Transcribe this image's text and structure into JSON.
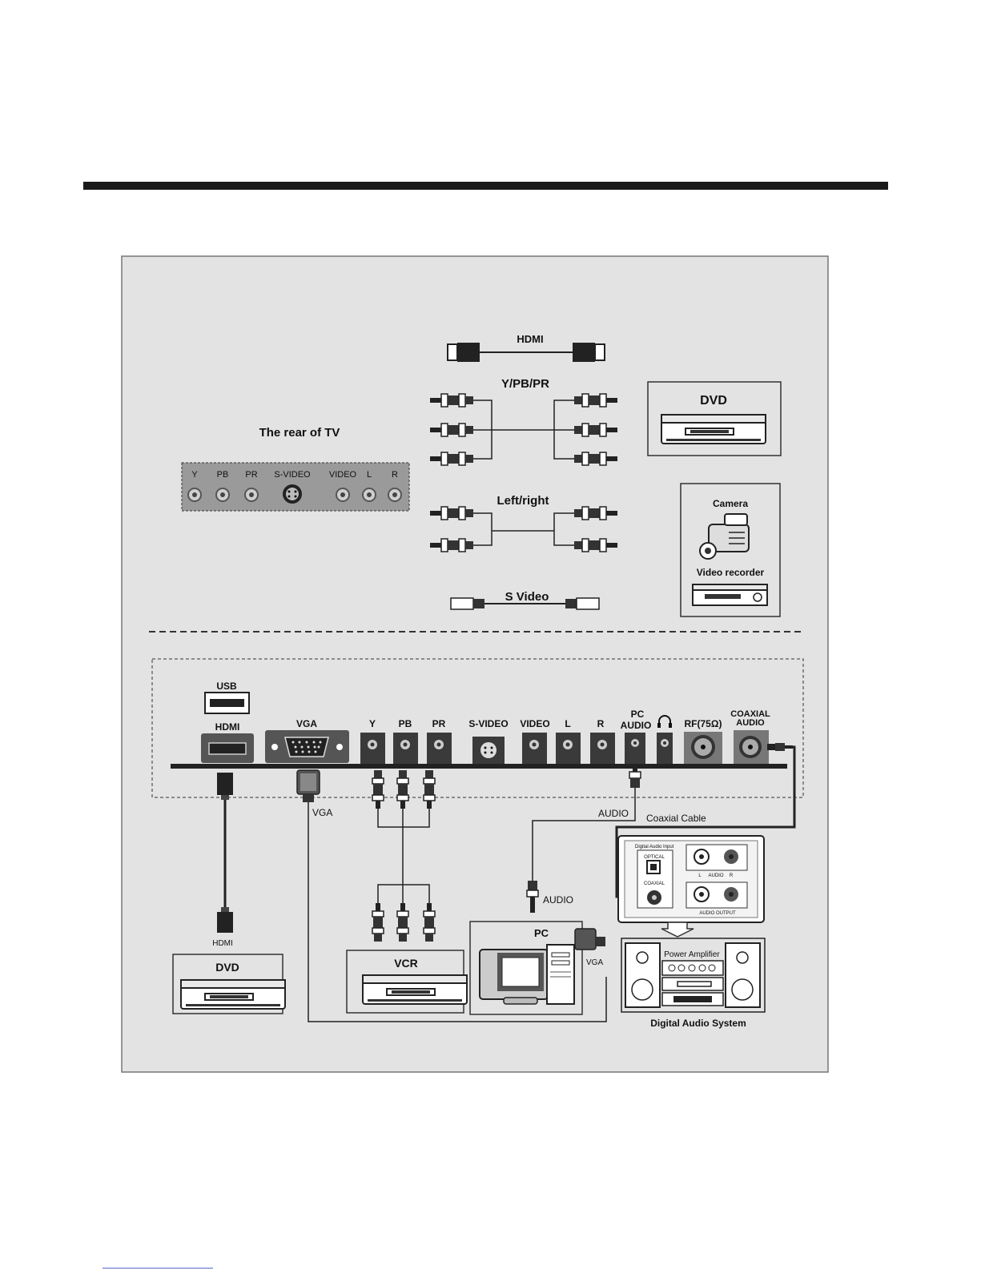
{
  "top_section": {
    "rear_title": "The rear of TV",
    "rear_ports": [
      "Y",
      "PB",
      "PR",
      "S-VIDEO",
      "VIDEO",
      "L",
      "R"
    ],
    "cables": {
      "hdmi": "HDMI",
      "ypbpr": "Y/PB/PR",
      "left_right": "Left/right",
      "svideo": "S Video"
    },
    "devices": {
      "dvd": "DVD",
      "camera": "Camera",
      "video_recorder": "Video recorder"
    }
  },
  "panel": {
    "usb": "USB",
    "hdmi": "HDMI",
    "vga": "VGA",
    "y": "Y",
    "pb": "PB",
    "pr": "PR",
    "svideo": "S-VIDEO",
    "video": "VIDEO",
    "l": "L",
    "r": "R",
    "pc_audio_1": "PC",
    "pc_audio_2": "AUDIO",
    "rf": "RF(75Ω)",
    "coax_1": "COAXIAL",
    "coax_2": "AUDIO"
  },
  "cable_labels": {
    "vga": "VGA",
    "audio_top": "AUDIO",
    "coaxial_cable": "Coaxial Cable",
    "audio_bottom": "AUDIO",
    "hdmi": "HDMI",
    "pc_vga": "VGA"
  },
  "receiver": {
    "digital_audio_input": "Digital Audio Input",
    "optical": "OPTICAL",
    "coaxial": "COAXIAL",
    "l": "L",
    "audio": "AUDIO",
    "r": "R",
    "audio_output": "AUDIO OUTPUT"
  },
  "bottom_devices": {
    "dvd": "DVD",
    "vcr": "VCR",
    "pc": "PC",
    "power_amplifier": "Power Amplifier",
    "digital_audio_system": "Digital Audio System"
  }
}
